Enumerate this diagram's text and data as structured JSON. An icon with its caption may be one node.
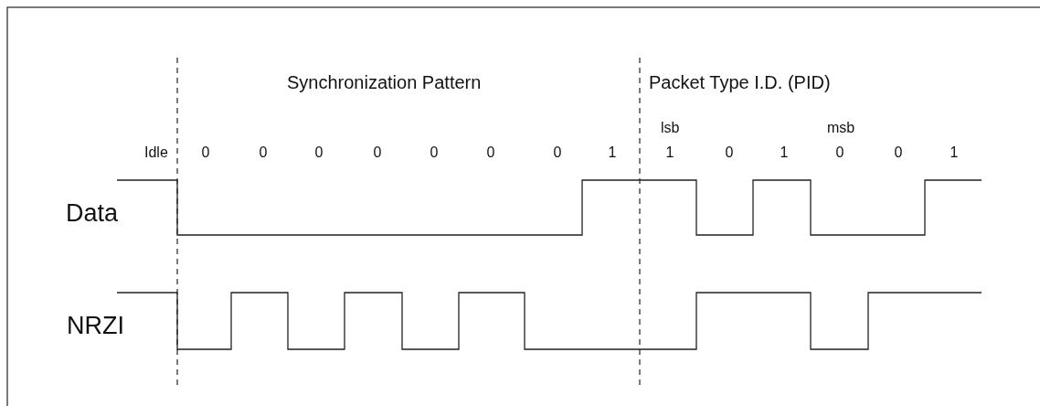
{
  "diagram": {
    "labels": [
      "Synchronization Pattern",
      "Packet Type I.D. (PID)",
      "lsb",
      "msb",
      "Idle",
      "0",
      "0",
      "0",
      "0",
      "0",
      "0",
      "0",
      "1",
      "1",
      "0",
      "1",
      "0",
      "0",
      "1",
      "Data",
      "NRZI"
    ]
  }
}
